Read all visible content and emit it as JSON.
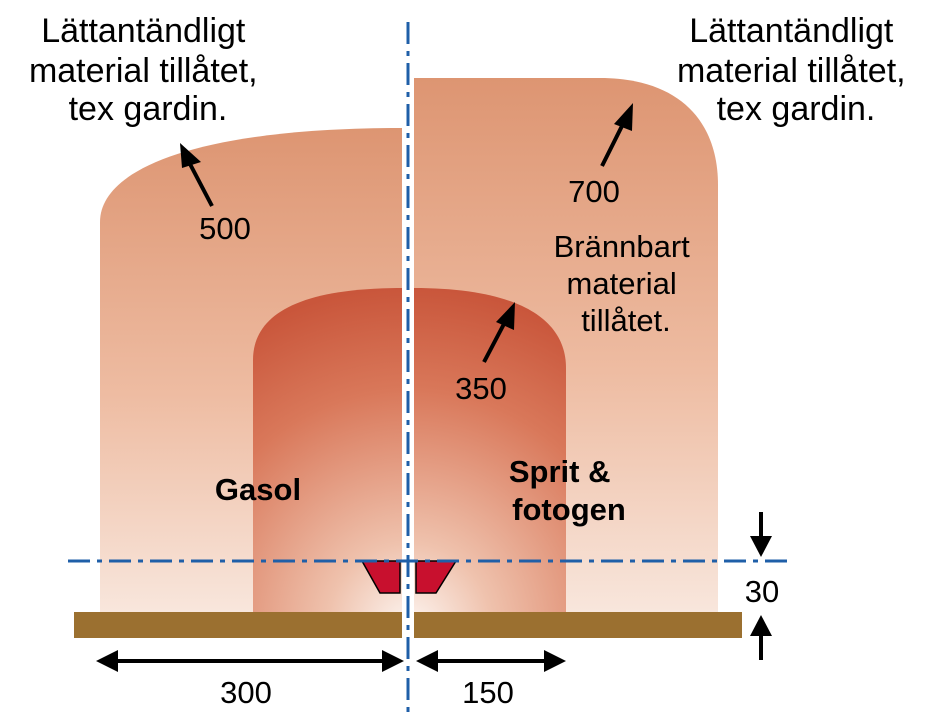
{
  "labels": {
    "left_top": [
      "Lättantändligt",
      "material tillåtet,",
      "tex gardin."
    ],
    "right_top": [
      "Lättantändligt",
      "material tillåtet,",
      "tex gardin."
    ],
    "combustible": [
      "Brännbart",
      "material",
      "tillåtet."
    ],
    "gasol": "Gasol",
    "sprit": [
      "Sprit &",
      "fotogen"
    ]
  },
  "distances": {
    "gasol_flammable": "500",
    "sprit_flammable": "700",
    "sprit_combustible": "350",
    "gasol_side": "300",
    "sprit_side": "150",
    "burner_height": "30"
  },
  "colors": {
    "zone_outer": "#dd9572",
    "zone_inner": "#c9563b",
    "zone_fade": "#f8e6dc",
    "burner": "#c8102e",
    "shelf": "#9b7030",
    "centerline": "#1f5fa8",
    "text": "#000000"
  }
}
